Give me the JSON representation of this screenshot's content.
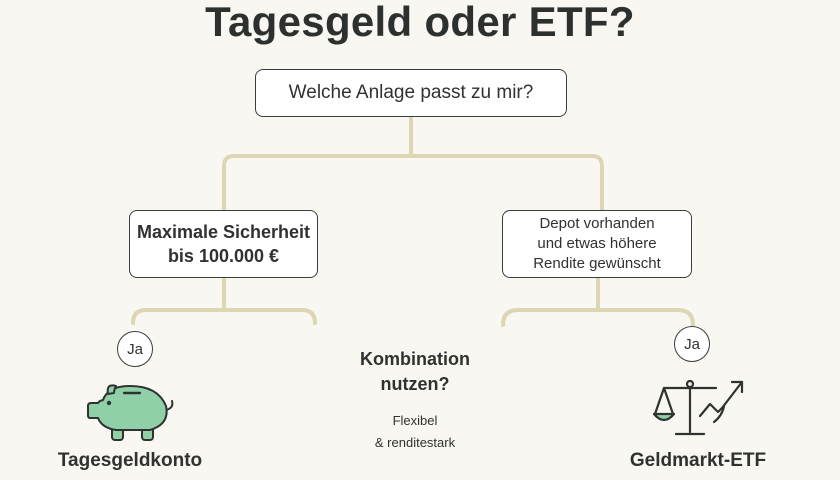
{
  "title": "Tagesgeld oder ETF?",
  "colors": {
    "background": "#f8f7f1",
    "connector": "#ddd6b3",
    "piggy_fill": "#8fd0a9",
    "text": "#2c302e"
  },
  "root": {
    "label": "Welche Anlage passt zu mir?"
  },
  "left_branch": {
    "lines": [
      "Maximale Sicherheit",
      "bis 100.000 €"
    ],
    "answer": "Ja",
    "result_label": "Tagesgeldkonto",
    "icon": "piggy-bank-icon"
  },
  "right_branch": {
    "lines": [
      "Depot vorhanden",
      "und etwas höhere",
      "Rendite gewünscht"
    ],
    "answer": "Ja",
    "result_label": "Geldmarkt-ETF",
    "icon": "scale-growth-icon"
  },
  "center": {
    "heading_lines": [
      "Kombination",
      "nutzen?"
    ],
    "sub_lines": [
      "Flexibel",
      "& renditestark"
    ]
  }
}
